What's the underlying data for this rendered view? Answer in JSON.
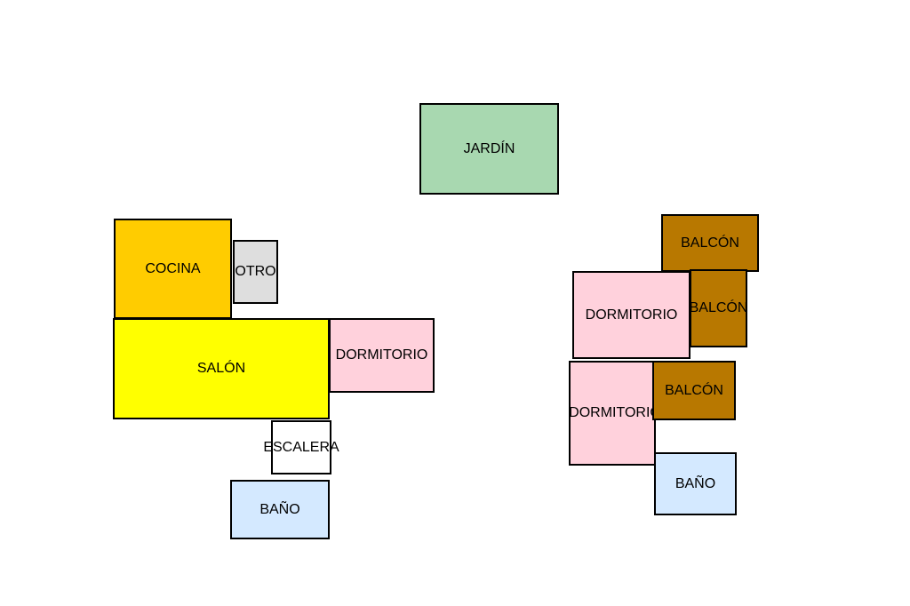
{
  "rooms": {
    "jardin": {
      "label": "JARDÍN",
      "color": "#a8d8b0"
    },
    "cocina": {
      "label": "COCINA",
      "color": "#ffcc00"
    },
    "otro": {
      "label": "OTRO",
      "color": "#dedede"
    },
    "salon": {
      "label": "SALÓN",
      "color": "#ffff00"
    },
    "dorm_1": {
      "label": "DORMITORIO",
      "color": "#ffd1dc"
    },
    "escalera": {
      "label": "ESCALERA",
      "color": "#ffffff"
    },
    "bano_1": {
      "label": "BAÑO",
      "color": "#d4e9ff"
    },
    "balcon_1": {
      "label": "BALCÓN",
      "color": "#b87800"
    },
    "dorm_2": {
      "label": "DORMITORIO",
      "color": "#ffd1dc"
    },
    "balcon_2": {
      "label": "BALCÓN",
      "color": "#b87800"
    },
    "dorm_3": {
      "label": "DORMITORIO",
      "color": "#ffd1dc"
    },
    "balcon_3": {
      "label": "BALCÓN",
      "color": "#b87800"
    },
    "bano_2": {
      "label": "BAÑO",
      "color": "#d4e9ff"
    }
  }
}
